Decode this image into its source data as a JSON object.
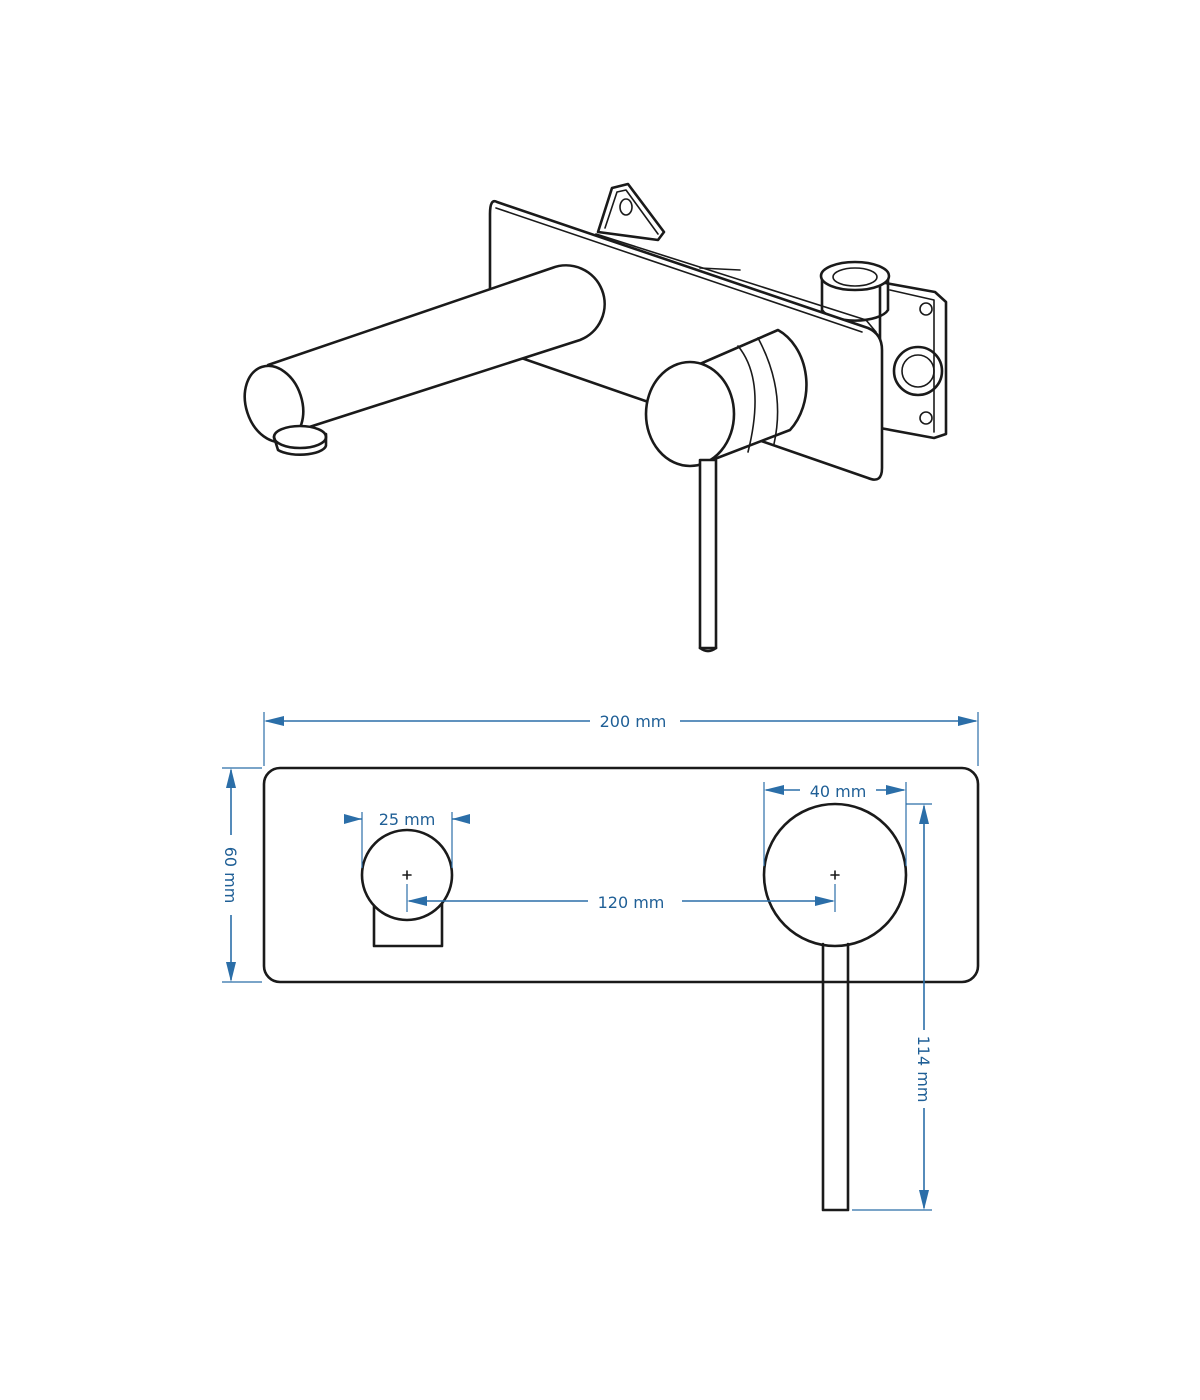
{
  "dimensions": {
    "overall_width": "200 mm",
    "plate_height": "60 mm",
    "spout_diameter": "25 mm",
    "handle_diameter": "40 mm",
    "center_distance": "120 mm",
    "total_height": "114 mm"
  },
  "colors": {
    "line": "#1a1a1a",
    "dimension": "#2b6ea8"
  }
}
